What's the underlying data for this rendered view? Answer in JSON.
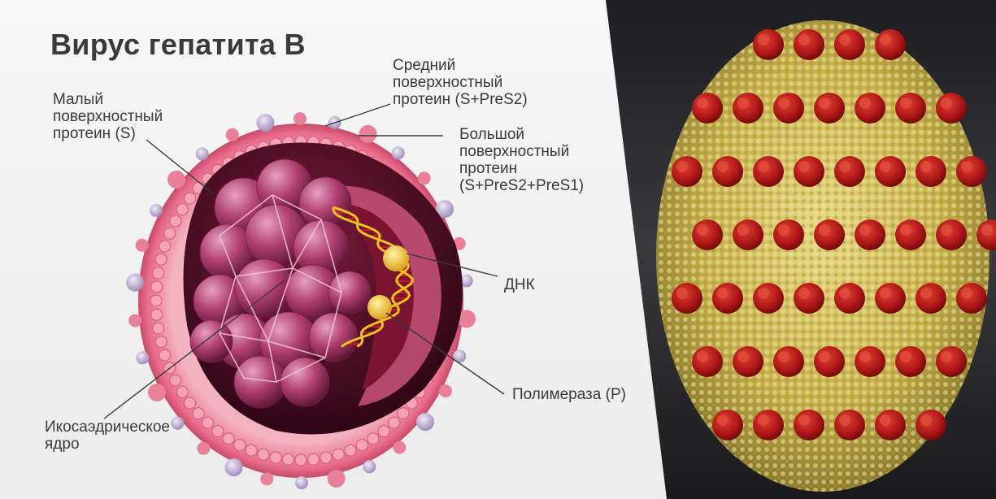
{
  "title": "Вирус гепатита В",
  "labels": {
    "small_protein": "Малый\nповерхностный\nпротеин (S)",
    "middle_protein": "Средний\nповерхностный\nпротеин (S+PreS2)",
    "large_protein": "Большой\nповерхностный\nпротеин\n(S+PreS2+PreS1)",
    "dna": "ДНК",
    "polymerase": "Полимераза (Р)",
    "core": "Икосаэдрическое\nядро"
  },
  "colors": {
    "membrane": "#e86a8a",
    "core": "#b04070",
    "dna_strand": "#f0c020",
    "dna_rung": "#e02020",
    "capsid_yellow": "#d8c460",
    "capsid_red": "#b01818"
  }
}
